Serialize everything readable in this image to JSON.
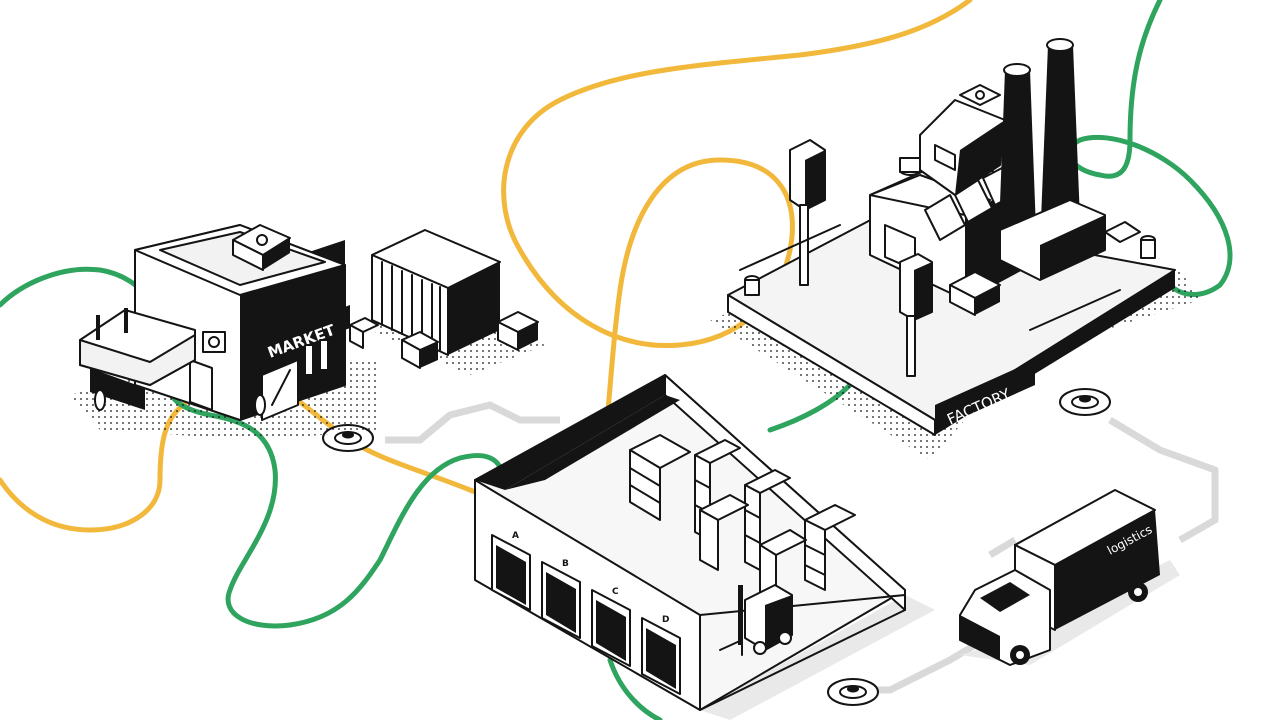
{
  "labels": {
    "market": "MARKET",
    "factory": "FACTORY",
    "truck": "logistics",
    "doors": [
      "A",
      "B",
      "C",
      "D"
    ]
  },
  "colors": {
    "green_route": "#2ea45f",
    "yellow_route": "#f2b83b",
    "gray_route": "#d9d9d9",
    "ink": "#141414",
    "paper": "#ffffff",
    "shade": "#e9e9e9"
  },
  "icons": [
    "market-building-icon",
    "shipping-container-icon",
    "factory-building-icon",
    "warehouse-building-icon",
    "forklift-icon",
    "delivery-truck-icon",
    "route-node-icon"
  ]
}
